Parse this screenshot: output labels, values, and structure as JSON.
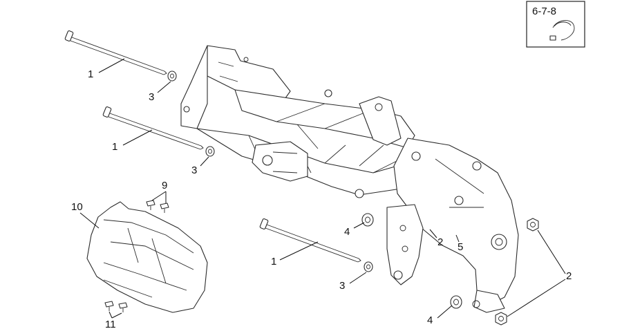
{
  "reference_box": {
    "label": "6-7-8"
  },
  "callouts": {
    "c1a": "1",
    "c1b": "1",
    "c1c": "1",
    "c2a": "2",
    "c2b": "2",
    "c3a": "3",
    "c3b": "3",
    "c3c": "3",
    "c4a": "4",
    "c4b": "4",
    "c5": "5",
    "c9": "9",
    "c10": "10",
    "c11": "11"
  }
}
